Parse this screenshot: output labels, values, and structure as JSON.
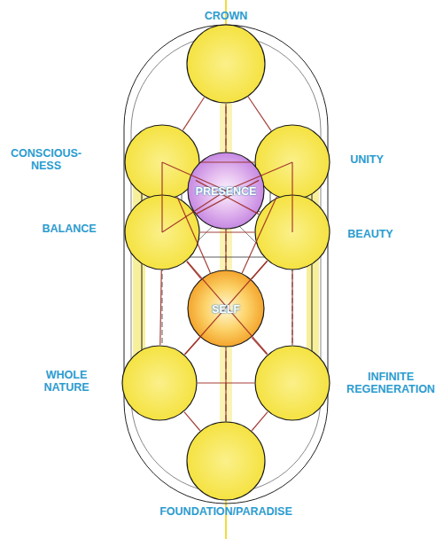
{
  "diagram": {
    "nodes": [
      {
        "text": [
          "CROWN"
        ]
      },
      {
        "text": [
          "CONSCIOUS- NESS"
        ]
      },
      {
        "text": [
          "UNITY"
        ]
      },
      {
        "text": [
          "PRESENCE"
        ]
      },
      {
        "text": [
          "BALANCE"
        ]
      },
      {
        "text": [
          "BEAUTY"
        ]
      },
      {
        "text": [
          "SELF"
        ]
      },
      {
        "text": [
          "WHOLE NATURE"
        ]
      },
      {
        "text": [
          "INFINITE REGENERATION"
        ]
      },
      {
        "text": [
          "FOUNDATION/PARADISE"
        ]
      }
    ],
    "edges": [
      {
        "from": 0,
        "to": 1,
        "arrow": "none"
      },
      {
        "from": 0,
        "to": 2,
        "arrow": "none"
      },
      {
        "from": 0,
        "to": 3,
        "arrow": "none"
      },
      {
        "from": 1,
        "to": 2,
        "arrow": "none"
      },
      {
        "from": 1,
        "to": 4,
        "arrow": "none"
      },
      {
        "from": 2,
        "to": 5,
        "arrow": "none"
      },
      {
        "from": 4,
        "to": 5,
        "arrow": "none"
      },
      {
        "from": 1,
        "to": 5,
        "arrow": "none"
      },
      {
        "from": 2,
        "to": 4,
        "arrow": "none"
      },
      {
        "from": 1,
        "to": 3,
        "arrow": "none"
      },
      {
        "from": 2,
        "to": 3,
        "arrow": "none"
      },
      {
        "from": 3,
        "to": 4,
        "arrow": "none"
      },
      {
        "from": 3,
        "to": 5,
        "arrow": "none"
      },
      {
        "from": 3,
        "to": 6,
        "arrow": "none"
      },
      {
        "from": 1,
        "to": 6,
        "arrow": "none"
      },
      {
        "from": 2,
        "to": 6,
        "arrow": "none"
      },
      {
        "from": 4,
        "to": 6,
        "arrow": "none"
      },
      {
        "from": 5,
        "to": 6,
        "arrow": "none"
      },
      {
        "from": 6,
        "to": 7,
        "arrow": "none"
      },
      {
        "from": 6,
        "to": 8,
        "arrow": "none"
      },
      {
        "from": 7,
        "to": 8,
        "arrow": "none"
      },
      {
        "from": 4,
        "to": 7,
        "arrow": "none"
      },
      {
        "from": 5,
        "to": 8,
        "arrow": "none"
      },
      {
        "from": 4,
        "to": 8,
        "arrow": "none"
      },
      {
        "from": 5,
        "to": 7,
        "arrow": "none"
      },
      {
        "from": 7,
        "to": 9,
        "arrow": "none"
      },
      {
        "from": 8,
        "to": 9,
        "arrow": "none"
      },
      {
        "from": 6,
        "to": 9,
        "arrow": "none"
      }
    ]
  }
}
